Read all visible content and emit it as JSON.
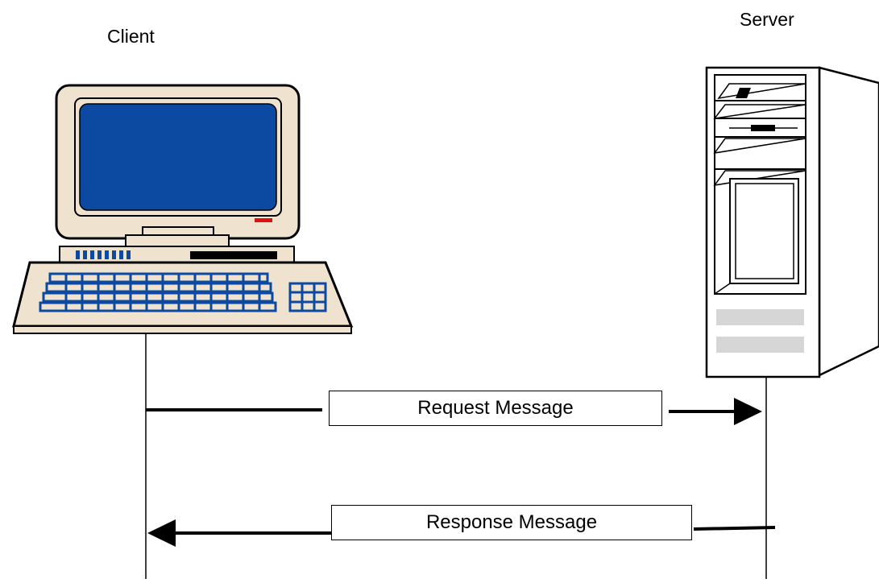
{
  "actors": {
    "client": {
      "label": "Client"
    },
    "server": {
      "label": "Server"
    }
  },
  "messages": [
    {
      "label": "Request Message",
      "direction": "client-to-server"
    },
    {
      "label": "Response Message",
      "direction": "server-to-client"
    }
  ],
  "colors": {
    "screen": "#0b4aa0",
    "case": "#efe3d0",
    "keys": "#0b4aa0",
    "power_led": "#e01010",
    "server_vent": "#d6d6d6",
    "line": "#000000"
  }
}
